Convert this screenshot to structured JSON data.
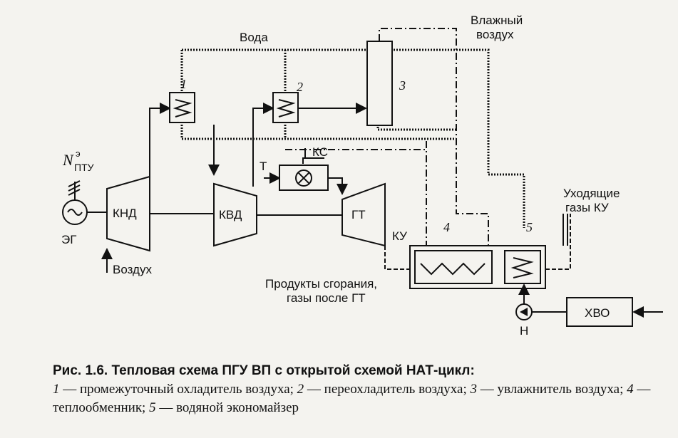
{
  "labels": {
    "voda": "Вода",
    "vlazhny_1": "Влажный",
    "vlazhny_2": "воздух",
    "n_pty_main": "N",
    "n_pty_sup": "э",
    "n_pty_sub": "ПТУ",
    "eg": "ЭГ",
    "knd": "КНД",
    "kvd": "КВД",
    "gt": "ГТ",
    "ks": "КС",
    "t": "Т",
    "vozduh": "Воздух",
    "uhod_1": "Уходящие",
    "uhod_2": "газы КУ",
    "ku": "КУ",
    "prod_1": "Продукты сгорания,",
    "prod_2": "газы после ГТ",
    "hvo": "ХВО",
    "n_pump": "Н",
    "num1": "1",
    "num2": "2",
    "num3": "3",
    "num4": "4",
    "num5": "5"
  },
  "caption": {
    "title": "Рис. 1.6. Тепловая схема ПГУ ВП с открытой схемой НАТ-цикл:",
    "n1": "1",
    "t1": " — промежуточный охладитель воздуха; ",
    "n2": "2",
    "t2": " — переохладитель воздуха; ",
    "n3": "3",
    "t3": " — увлажнитель воздуха; ",
    "n4": "4",
    "t4": " — теплообменник; ",
    "n5": "5",
    "t5": " — водяной экономайзер"
  }
}
